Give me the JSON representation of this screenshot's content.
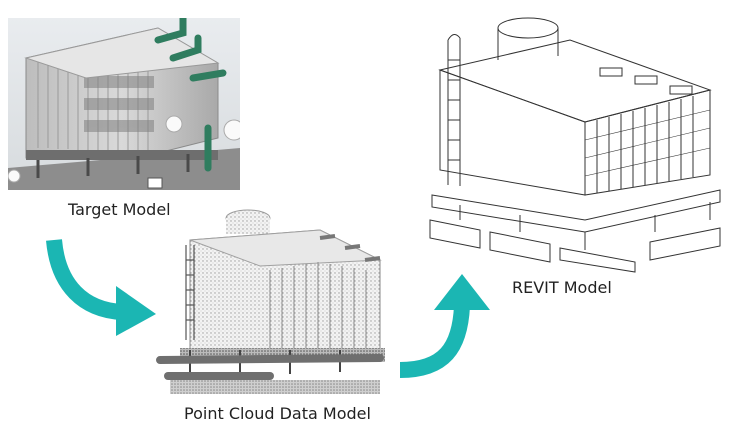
{
  "labels": {
    "target": "Target Model",
    "point_cloud": "Point Cloud Data Model",
    "revit": "REVIT Model"
  },
  "images": {
    "target": "cooling-tower-photo",
    "point_cloud": "cooling-tower-point-cloud",
    "revit": "cooling-tower-revit-drawing"
  },
  "colors": {
    "arrow": "#1bb6b3",
    "line_drawing": "#333333",
    "photo_body": "#cfcfcf",
    "pipe": "#2f7d5f"
  }
}
